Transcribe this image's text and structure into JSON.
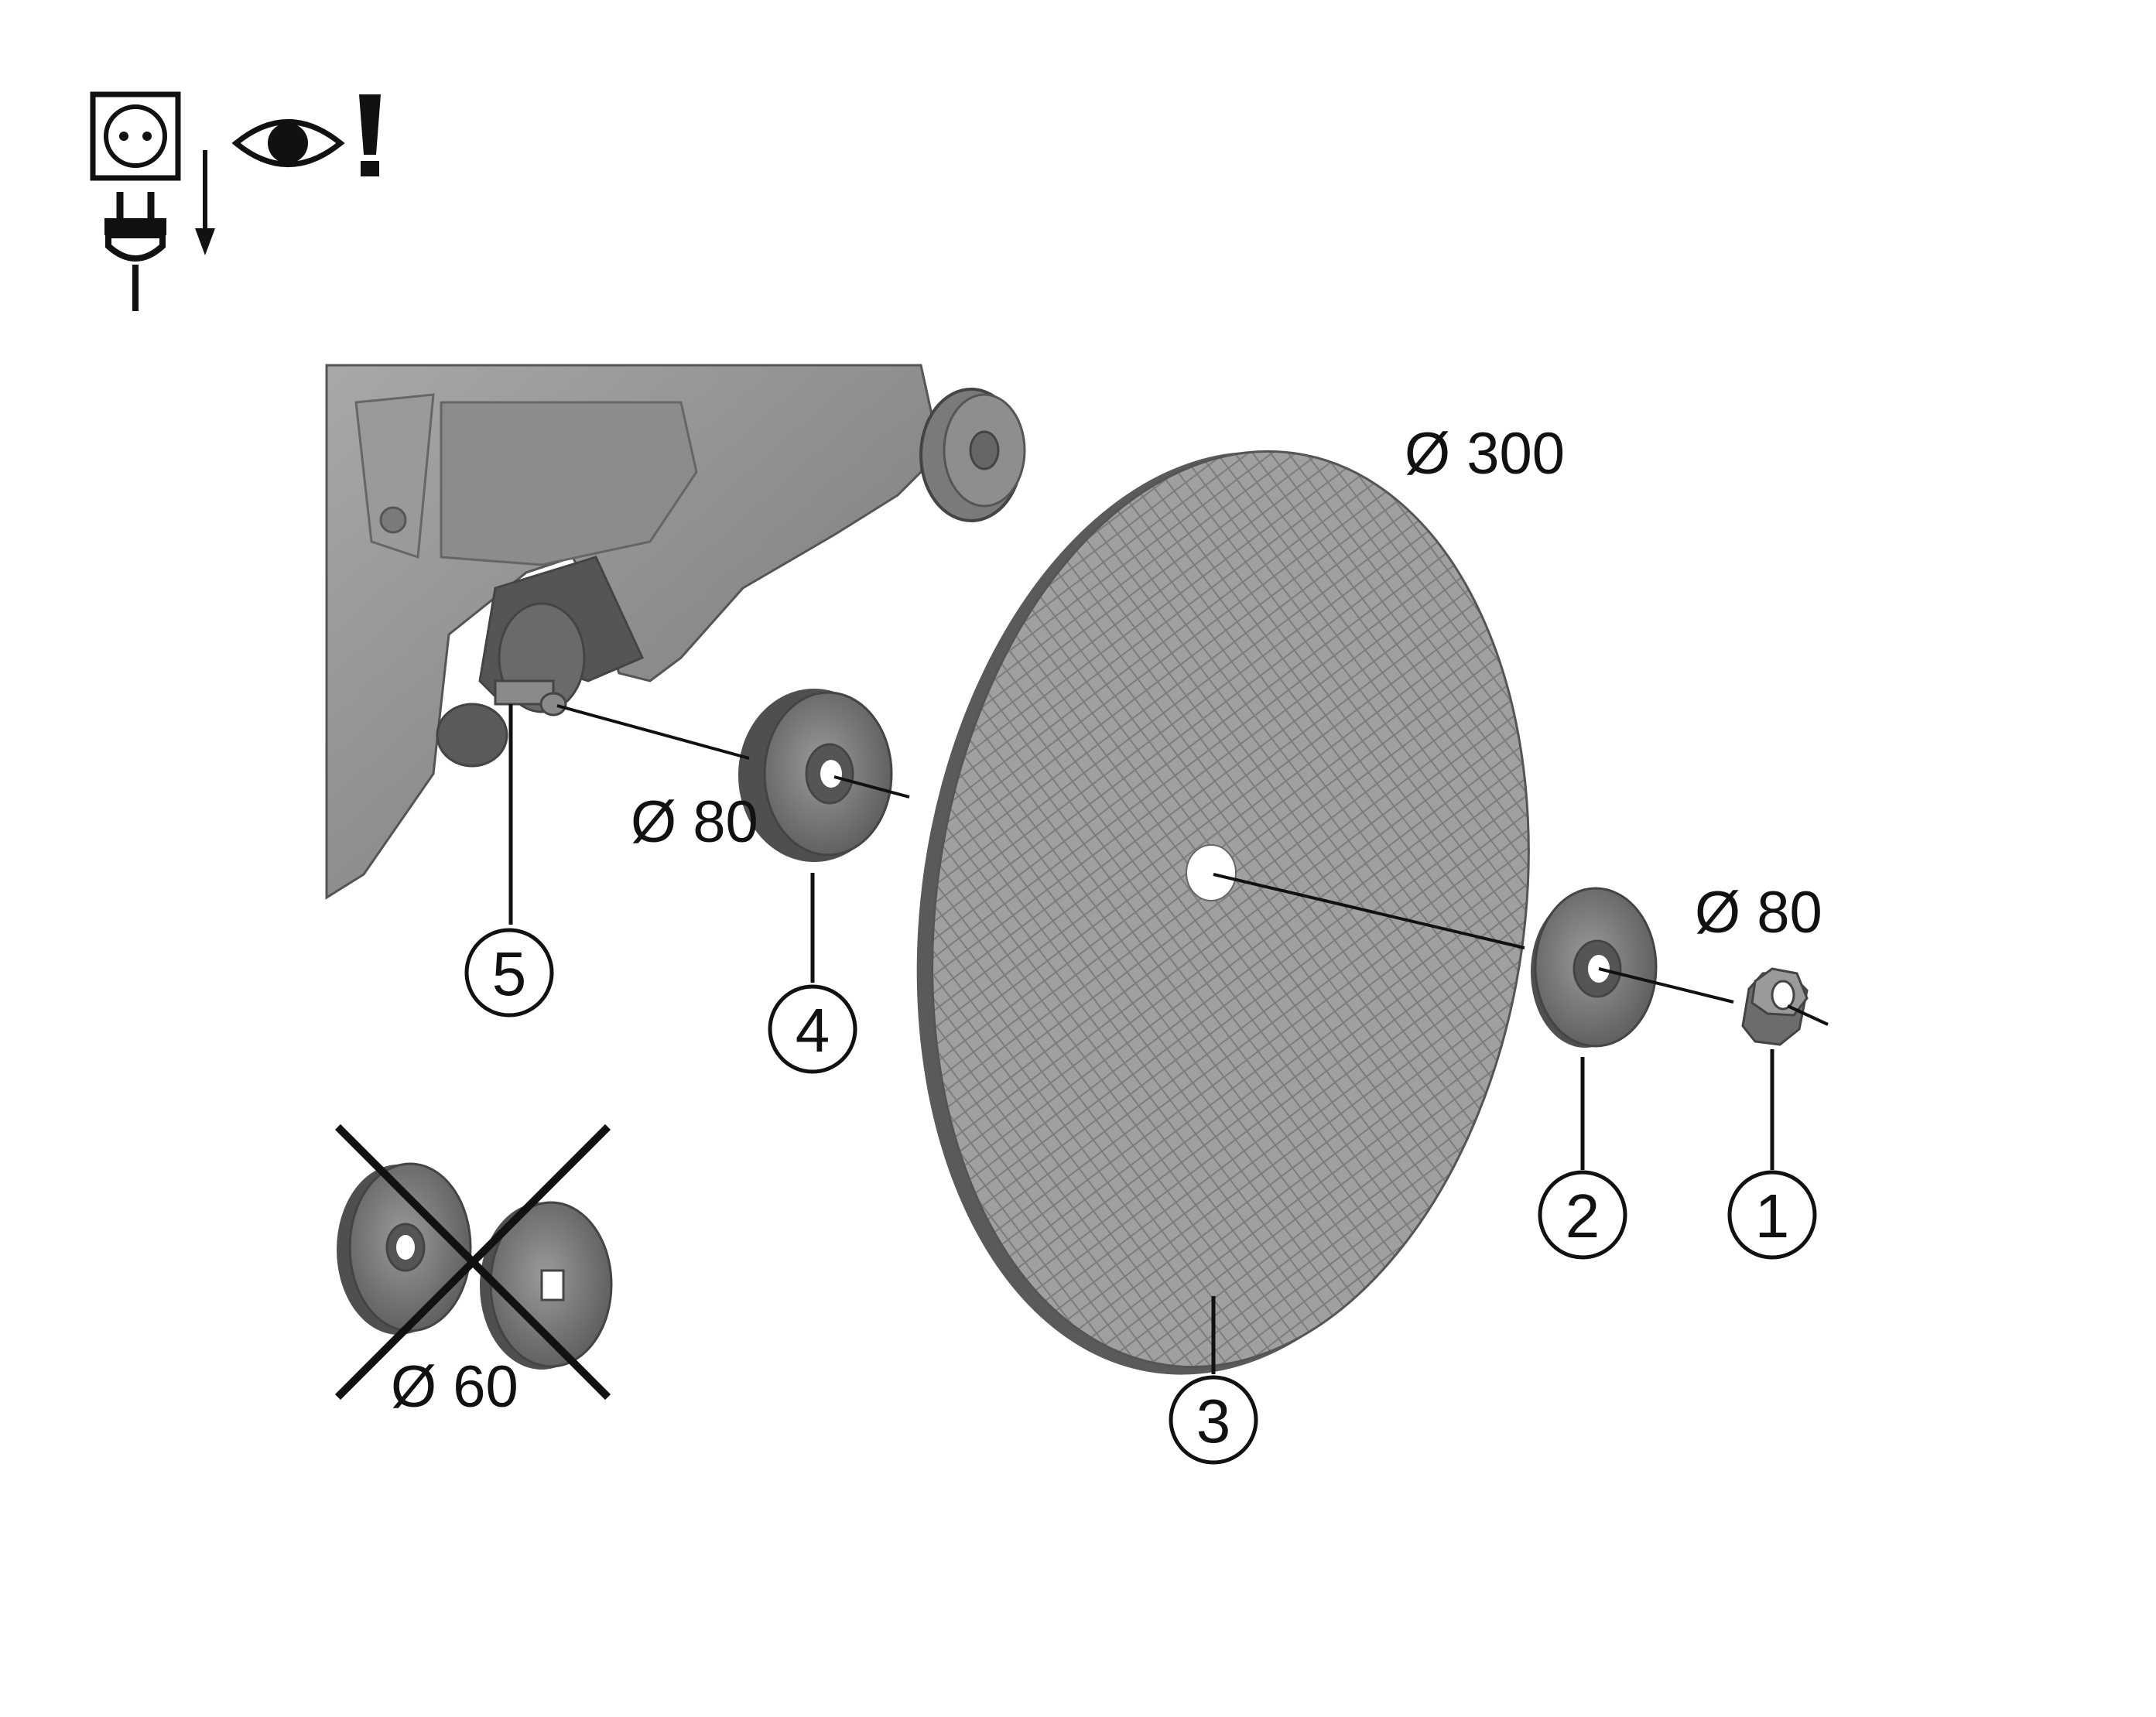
{
  "warning_icons": [
    {
      "icon": "wall-socket-icon"
    },
    {
      "icon": "unplug-arrow-icon"
    },
    {
      "icon": "mains-plug-icon"
    },
    {
      "icon": "eye-icon"
    },
    {
      "icon": "exclamation-icon"
    }
  ],
  "dimensions": {
    "disc_diameter": "Ø 300",
    "inner_flange_diameter": "Ø 80",
    "outer_flange_diameter": "Ø 80",
    "wrong_flange_diameter": "Ø 60"
  },
  "callouts": [
    {
      "number": "1"
    },
    {
      "number": "2"
    },
    {
      "number": "3"
    },
    {
      "number": "4"
    },
    {
      "number": "5"
    }
  ],
  "colors": {
    "line": "#111111",
    "machine_body": "#8a8a8a",
    "disc_fill": "#9a9a9a",
    "flange": "#6e6e6e"
  }
}
